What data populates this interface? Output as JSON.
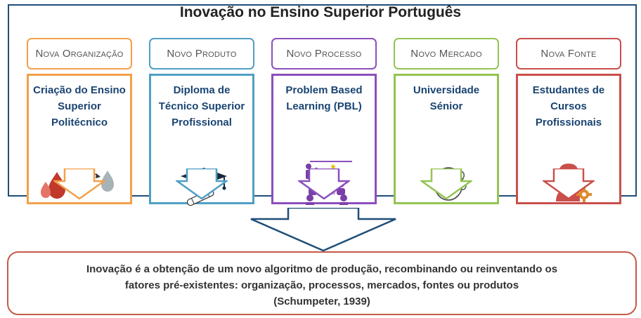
{
  "title": "Inovação no Ensino Superior Português",
  "columns": [
    {
      "header": "Nova Organização",
      "text_lines": [
        "Criação do Ensino",
        "Superior",
        "Politécnico"
      ],
      "color": "#f4a04a",
      "icon": "water-drops-icon"
    },
    {
      "header": "Novo Produto",
      "text_lines": [
        "Diploma de",
        "Técnico Superior",
        "Profissional"
      ],
      "color": "#4f9fc4",
      "icon": "graduation-cap-diploma-icon"
    },
    {
      "header": "Novo Processo",
      "text_lines": [
        "Problem Based",
        "Learning (PBL)"
      ],
      "color": "#8b4fbd",
      "icon": "group-learning-icon"
    },
    {
      "header": "Novo Mercado",
      "text_lines": [
        "Universidade",
        "Sénior"
      ],
      "color": "#93c452",
      "icon": "senior-face-icon"
    },
    {
      "header": "Nova Fonte",
      "text_lines": [
        "Estudantes de",
        "Cursos",
        "Profissionais"
      ],
      "color": "#c9504a",
      "icon": "worker-gear-icon"
    }
  ],
  "quote": {
    "line1": "Inovação é a obtenção de um novo algoritmo de produção, recombinando ou reinventando os",
    "line2": "fatores pré-existentes: organização, processos, mercados, fontes ou produtos",
    "line3": "(Schumpeter, 1939)"
  },
  "colors": {
    "frame": "#1f4e79",
    "text_blue": "#1a4472",
    "quote_border": "#c55a4a"
  }
}
